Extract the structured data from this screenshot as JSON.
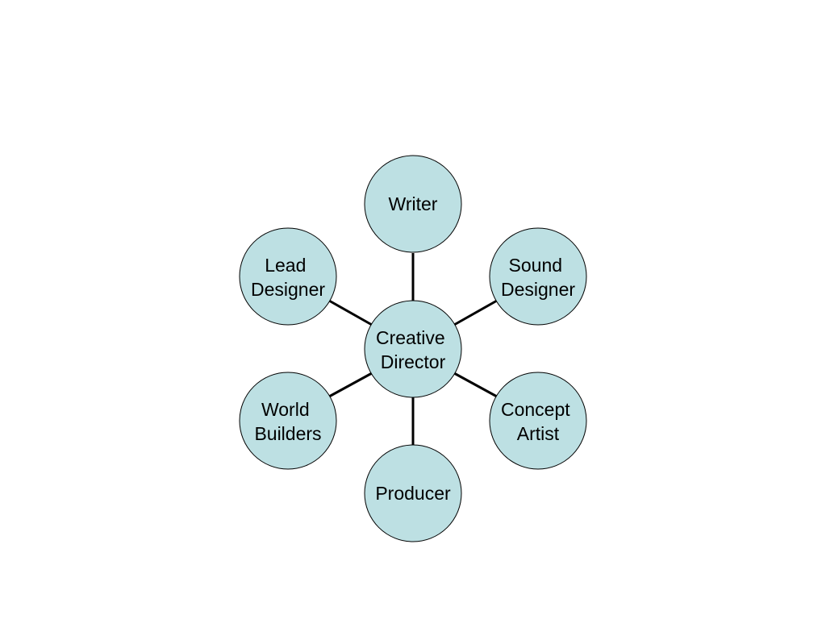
{
  "diagram": {
    "type": "hub-and-spoke",
    "colors": {
      "node_fill": "#bde0e3",
      "node_stroke": "#000000",
      "connector": "#000000"
    },
    "center": {
      "label_lines": [
        "Creative",
        "Director"
      ]
    },
    "spokes": [
      {
        "id": "writer",
        "label_lines": [
          "Writer"
        ]
      },
      {
        "id": "sound-designer",
        "label_lines": [
          "Sound",
          "Designer"
        ]
      },
      {
        "id": "concept-artist",
        "label_lines": [
          "Concept",
          "Artist"
        ]
      },
      {
        "id": "producer",
        "label_lines": [
          "Producer"
        ]
      },
      {
        "id": "world-builders",
        "label_lines": [
          "World",
          "Builders"
        ]
      },
      {
        "id": "lead-designer",
        "label_lines": [
          "Lead",
          "Designer"
        ]
      }
    ]
  }
}
